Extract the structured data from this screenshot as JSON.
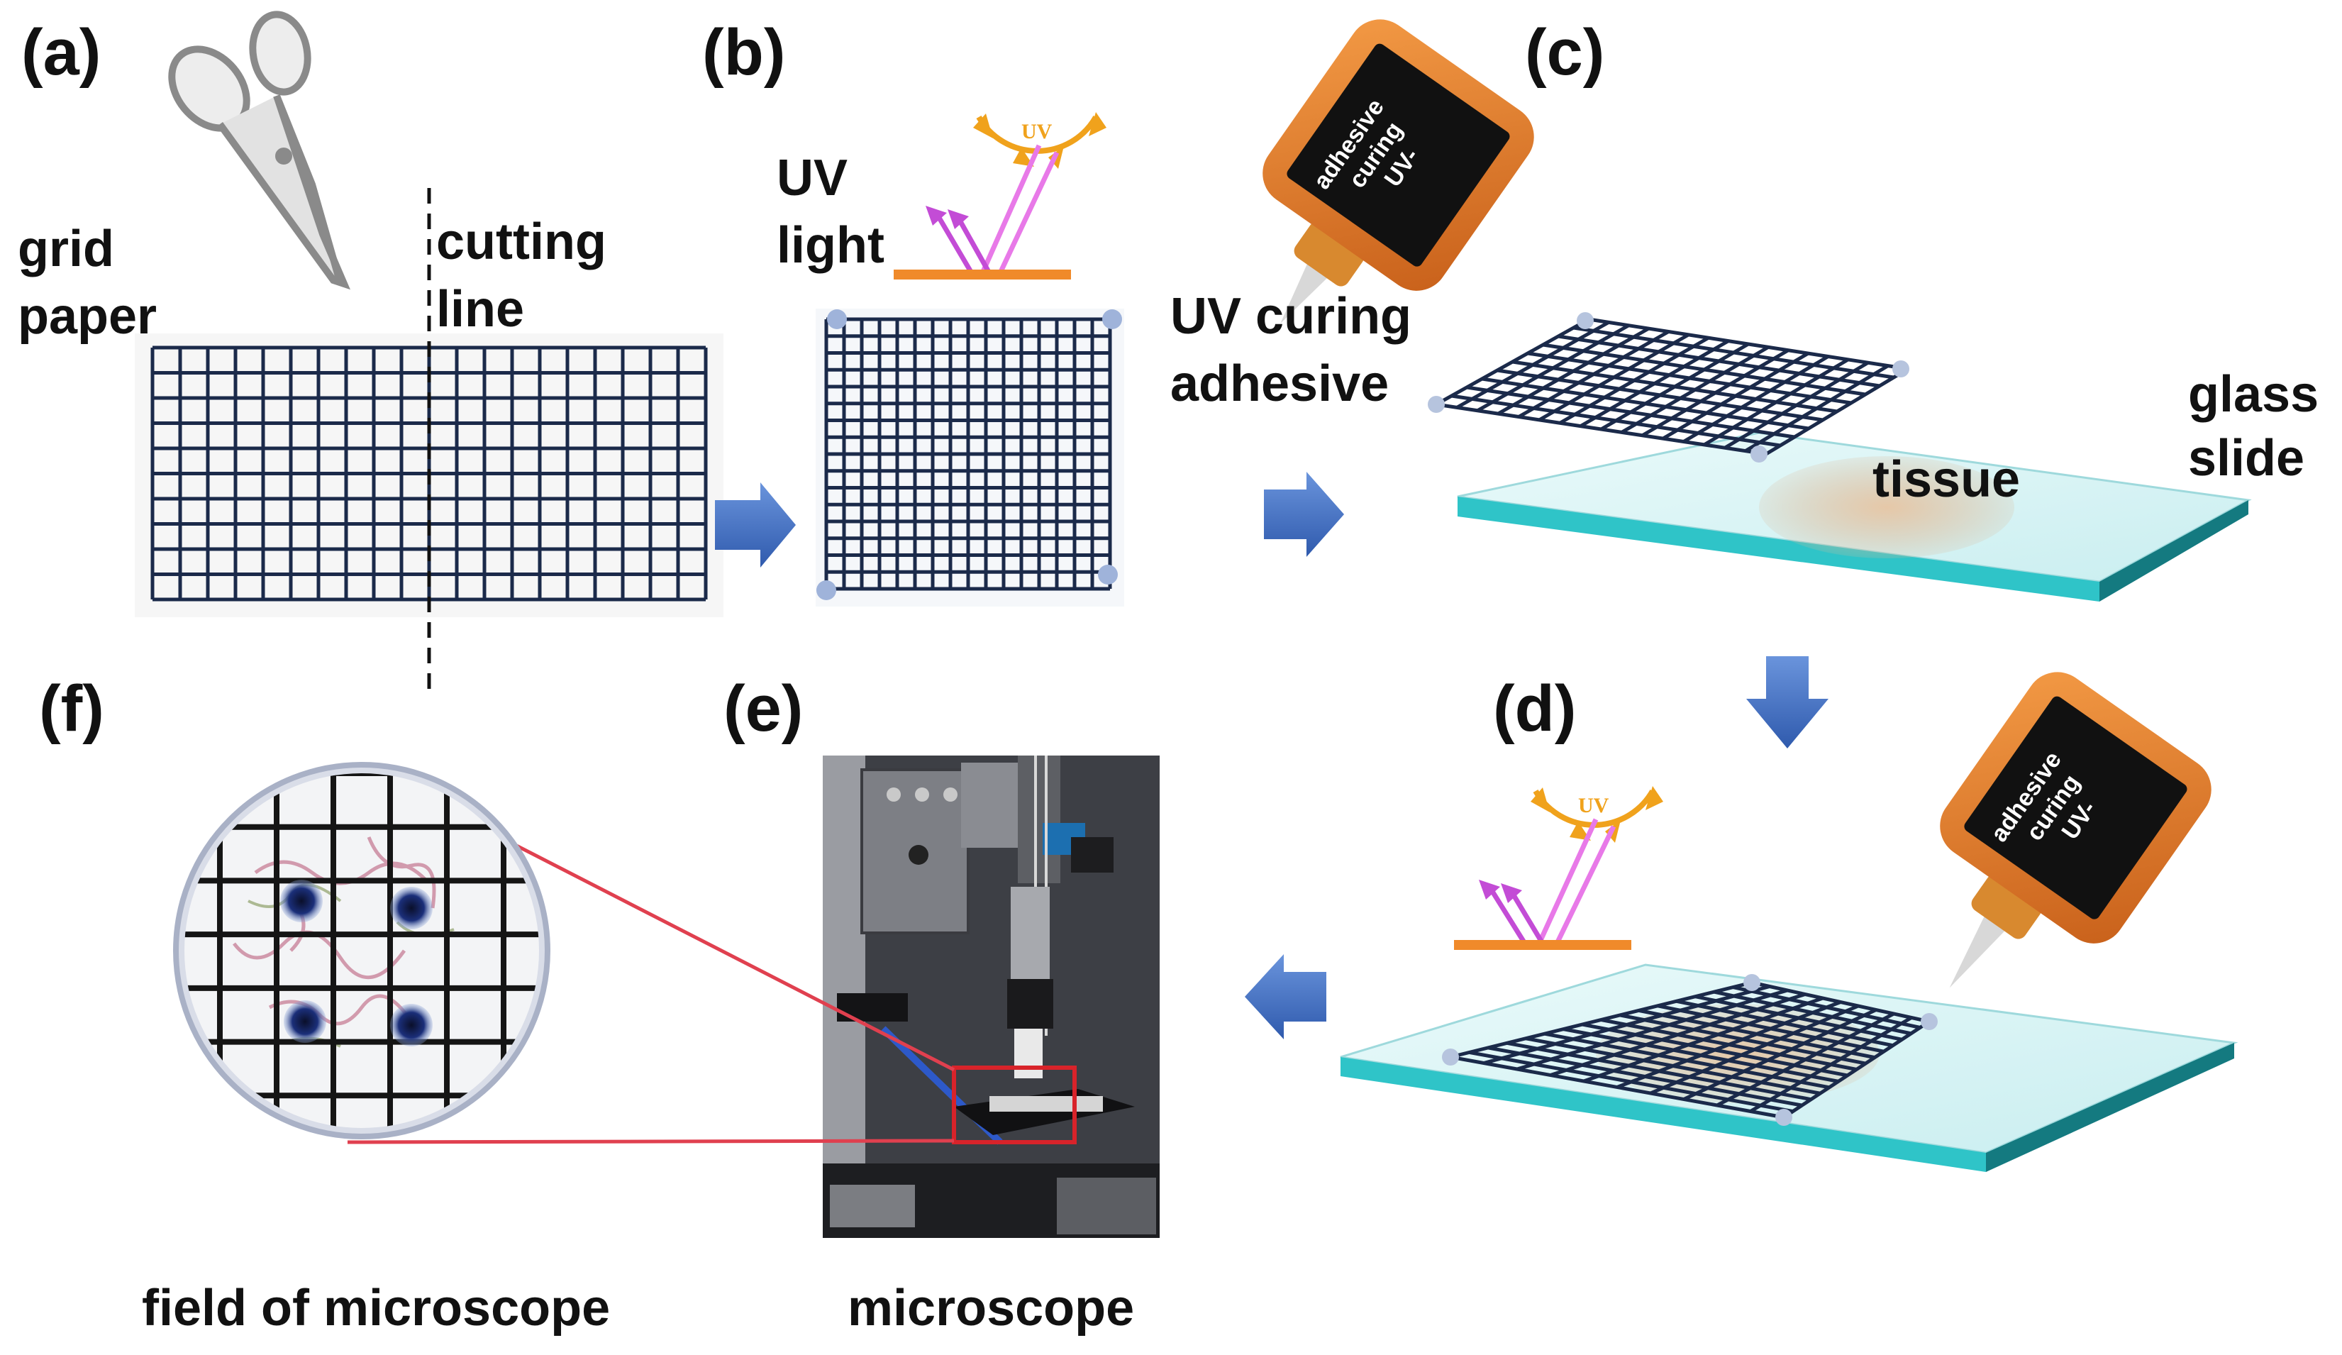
{
  "panels": {
    "a": "(a)",
    "b": "(b)",
    "c": "(c)",
    "d": "(d)",
    "e": "(e)",
    "f": "(f)"
  },
  "labels": {
    "grid_paper_1": "grid",
    "grid_paper_2": "paper",
    "cutting_line_1": "cutting",
    "cutting_line_2": "line",
    "uv_light_1": "UV",
    "uv_light_2": "light",
    "uv_curing_adhesive_1": "UV curing",
    "uv_curing_adhesive_2": "adhesive",
    "glass_slide_1": "glass",
    "glass_slide_2": "slide",
    "tissue": "tissue",
    "field_of_microscope": "field of microscope",
    "microscope": "microscope"
  },
  "bottle": {
    "line1": "UV-",
    "line2": "curing",
    "line3": "adhesive"
  },
  "uv_symbol": "UV",
  "colors": {
    "grid": "#1b2a4a",
    "arrow": "#3f6fc4",
    "bottle_orange": "#e07a2a",
    "bottle_label": "#111111",
    "uv_sun": "#f0a21c",
    "uv_rays": "#e879e8",
    "glass_edge": "#2fc4c8",
    "zoom_line": "#e0404f",
    "zoom_box": "#d8232a"
  },
  "icons": [
    "scissors-icon",
    "sun-uv-icon",
    "adhesive-bottle-icon",
    "process-arrow-icon"
  ]
}
